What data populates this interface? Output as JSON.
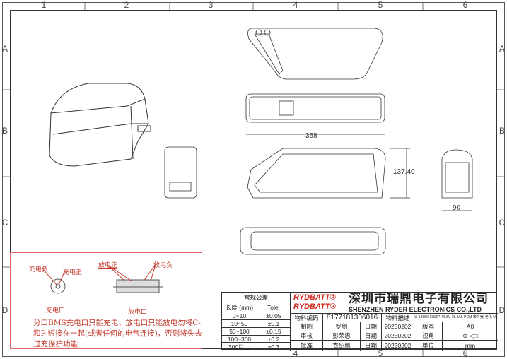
{
  "frame": {
    "columns": [
      "1",
      "2",
      "3",
      "4",
      "5",
      "6"
    ],
    "rows": [
      "A",
      "B",
      "C",
      "D"
    ]
  },
  "dimensions": {
    "length": "368",
    "height": "137.40",
    "width": "90"
  },
  "note": {
    "charge_negative": "充电负",
    "charge_positive": "充电正",
    "charge_port": "充电口",
    "discharge_positive": "放电正",
    "discharge_negative": "放电负",
    "discharge_port": "放电口",
    "warning": "分口BMS充电口只能充电，放电口只能放电勿将C-和P-短接在一起(或者任何的电气连接)，否则将失去过充保护功能"
  },
  "tolerance": {
    "title": "常规公差",
    "headers": [
      "长度 (mm)",
      "Tole."
    ],
    "rows": [
      [
        "0~10",
        "±0.05"
      ],
      [
        "10~50",
        "±0.1"
      ],
      [
        "50~100",
        "±0.15"
      ],
      [
        "100~300",
        "±0.2"
      ],
      [
        "300以上",
        "±0.3"
      ]
    ]
  },
  "title_block": {
    "brand": "RYDBATT®",
    "company_cn": "深圳市瑞鼎电子有限公司",
    "company_en": "SHENZHEN RYDER ELECTRONICS CO.,LTD",
    "part_code_label": "物料编码",
    "part_code": "8177181306016",
    "desc_label": "物料描述",
    "desc": "Li-18650-13S6P-46.8V 15.6Ah-PCM-带外壳-老化-UL",
    "rows": [
      {
        "role": "制图",
        "name": "罗剑",
        "date_label": "日期",
        "date": "20230202",
        "key": "版本",
        "value": "A0"
      },
      {
        "role": "审核",
        "name": "彭荣忠",
        "date_label": "日期",
        "date": "20230202",
        "key": "视角",
        "value": "⊕ ◁□"
      },
      {
        "role": "批准",
        "name": "衣绍鹏",
        "date_label": "日期",
        "date": "20230202",
        "key": "单位",
        "value": "mm"
      }
    ]
  }
}
